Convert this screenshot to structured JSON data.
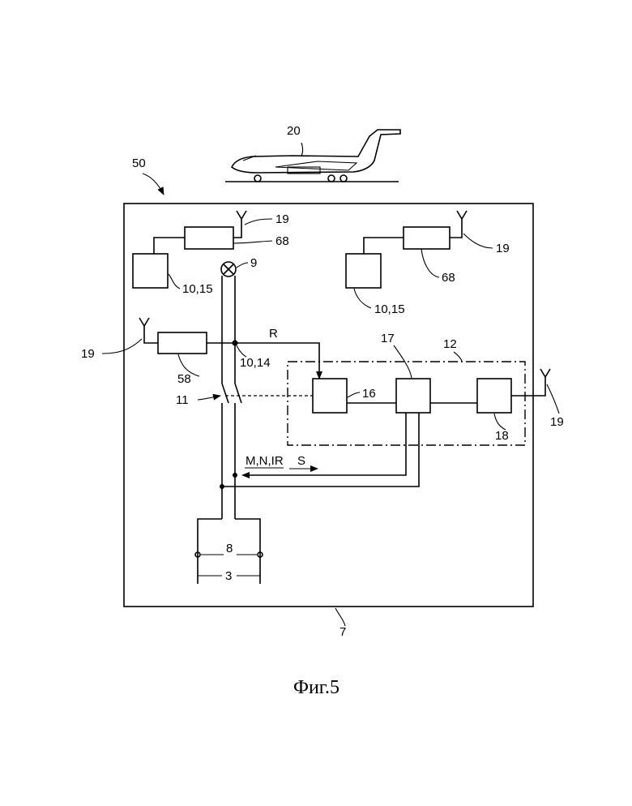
{
  "labels": {
    "airplane": "20",
    "system": "50",
    "antenna_tl": "19",
    "unit_tl": "68",
    "box_tl": "10,15",
    "lamp": "9",
    "antenna_tr": "19",
    "unit_tr": "68",
    "box_tr": "10,15",
    "antenna_left": "19",
    "unit_left": "58",
    "node": "10,14",
    "signal_r": "R",
    "block_17": "17",
    "group_12": "12",
    "block_16": "16",
    "switch": "11",
    "block_18": "18",
    "antenna_right": "19",
    "signals_mnir": "M,N,IR",
    "signal_s": "S",
    "terminal_8": "8",
    "terminal_3": "3",
    "frame_7": "7"
  },
  "caption": "Фиг.5"
}
